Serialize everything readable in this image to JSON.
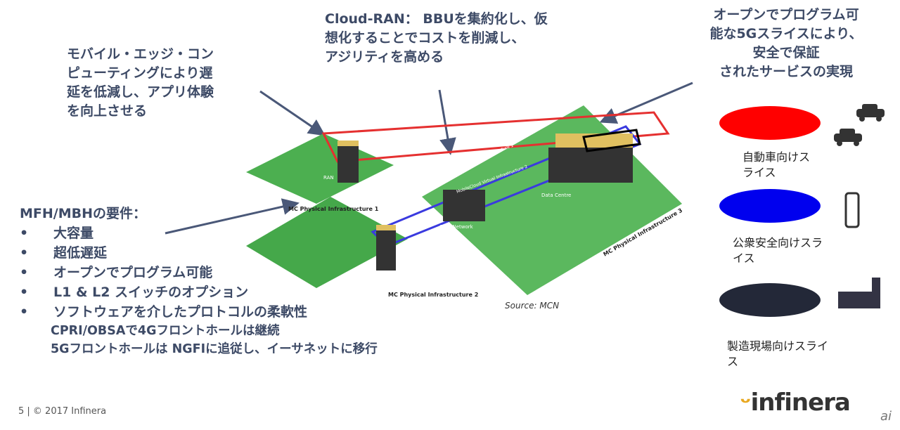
{
  "callouts": {
    "mec": "モバイル・エッジ・コン\nピューティングにより遅\n延を低減し、アプリ体験\nを向上させる",
    "cloud_ran": "Cloud-RAN： BBUを集約化し、仮\n想化することでコストを削減し、\nアジリティを高める",
    "slicing": "オープンでプログラム可\n能な5Gスライスにより、\n安全で保証\nされたサービスの実現"
  },
  "requirements": {
    "title": "MFH/MBHの要件：",
    "items": [
      "大容量",
      "超低遅延",
      "オープンでプログラム可能",
      "L1 & L2 スイッチのオプション",
      "ソフトウェアを介したプロトコルの柔軟性"
    ],
    "sub_items": [
      "CPRI/OBSAで4Gフロントホールは継続",
      "5Gフロントホールは NGFIに追従し、イーサネットに移行"
    ]
  },
  "diagram": {
    "labels": {
      "infra1": "MC Physical Infrastructure 1",
      "infra2": "MC Physical Infrastructure 2",
      "infra3": "MC Physical Infrastructure 3",
      "ran": "RAN",
      "core": "Core Network",
      "dc": "Data Centre",
      "vi1": "MobileCloud Virtual Infrastructure 1",
      "vi2": "MobileCloud Virtual Infrastructure 2"
    },
    "source": "Source: MCN"
  },
  "slices": [
    {
      "label": "自動車向けス\nライス",
      "color": "#ff0000",
      "icon": "car-icon"
    },
    {
      "label": "公衆安全向けスラ\nイス",
      "color": "#0000ee",
      "icon": "phone-icon"
    },
    {
      "label": "製造現場向けスライ\nス",
      "color": "#232838",
      "icon": "factory-icon"
    }
  ],
  "footer": "5 | © 2017 Infinera",
  "logo": "infinera",
  "watermark": "ai"
}
